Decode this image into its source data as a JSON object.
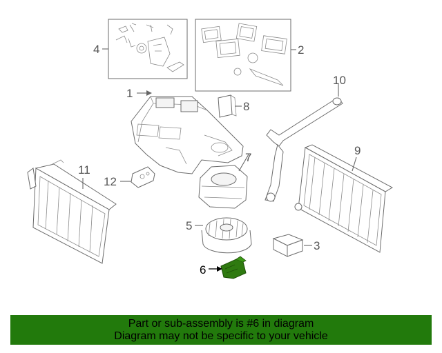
{
  "callouts": {
    "c1": "1",
    "c2": "2",
    "c3": "3",
    "c4": "4",
    "c5": "5",
    "c6": "6",
    "c7": "7",
    "c8": "8",
    "c9": "9",
    "c10": "10",
    "c11": "11",
    "c12": "12"
  },
  "highlighted_part": "6",
  "colors": {
    "highlight": "#2f7a10",
    "banner": "#227a0c",
    "line_art": "#6b6b6b"
  },
  "banner": {
    "line1": "Part or sub-assembly is #6 in diagram",
    "line2": "Diagram may not be specific to your vehicle"
  }
}
